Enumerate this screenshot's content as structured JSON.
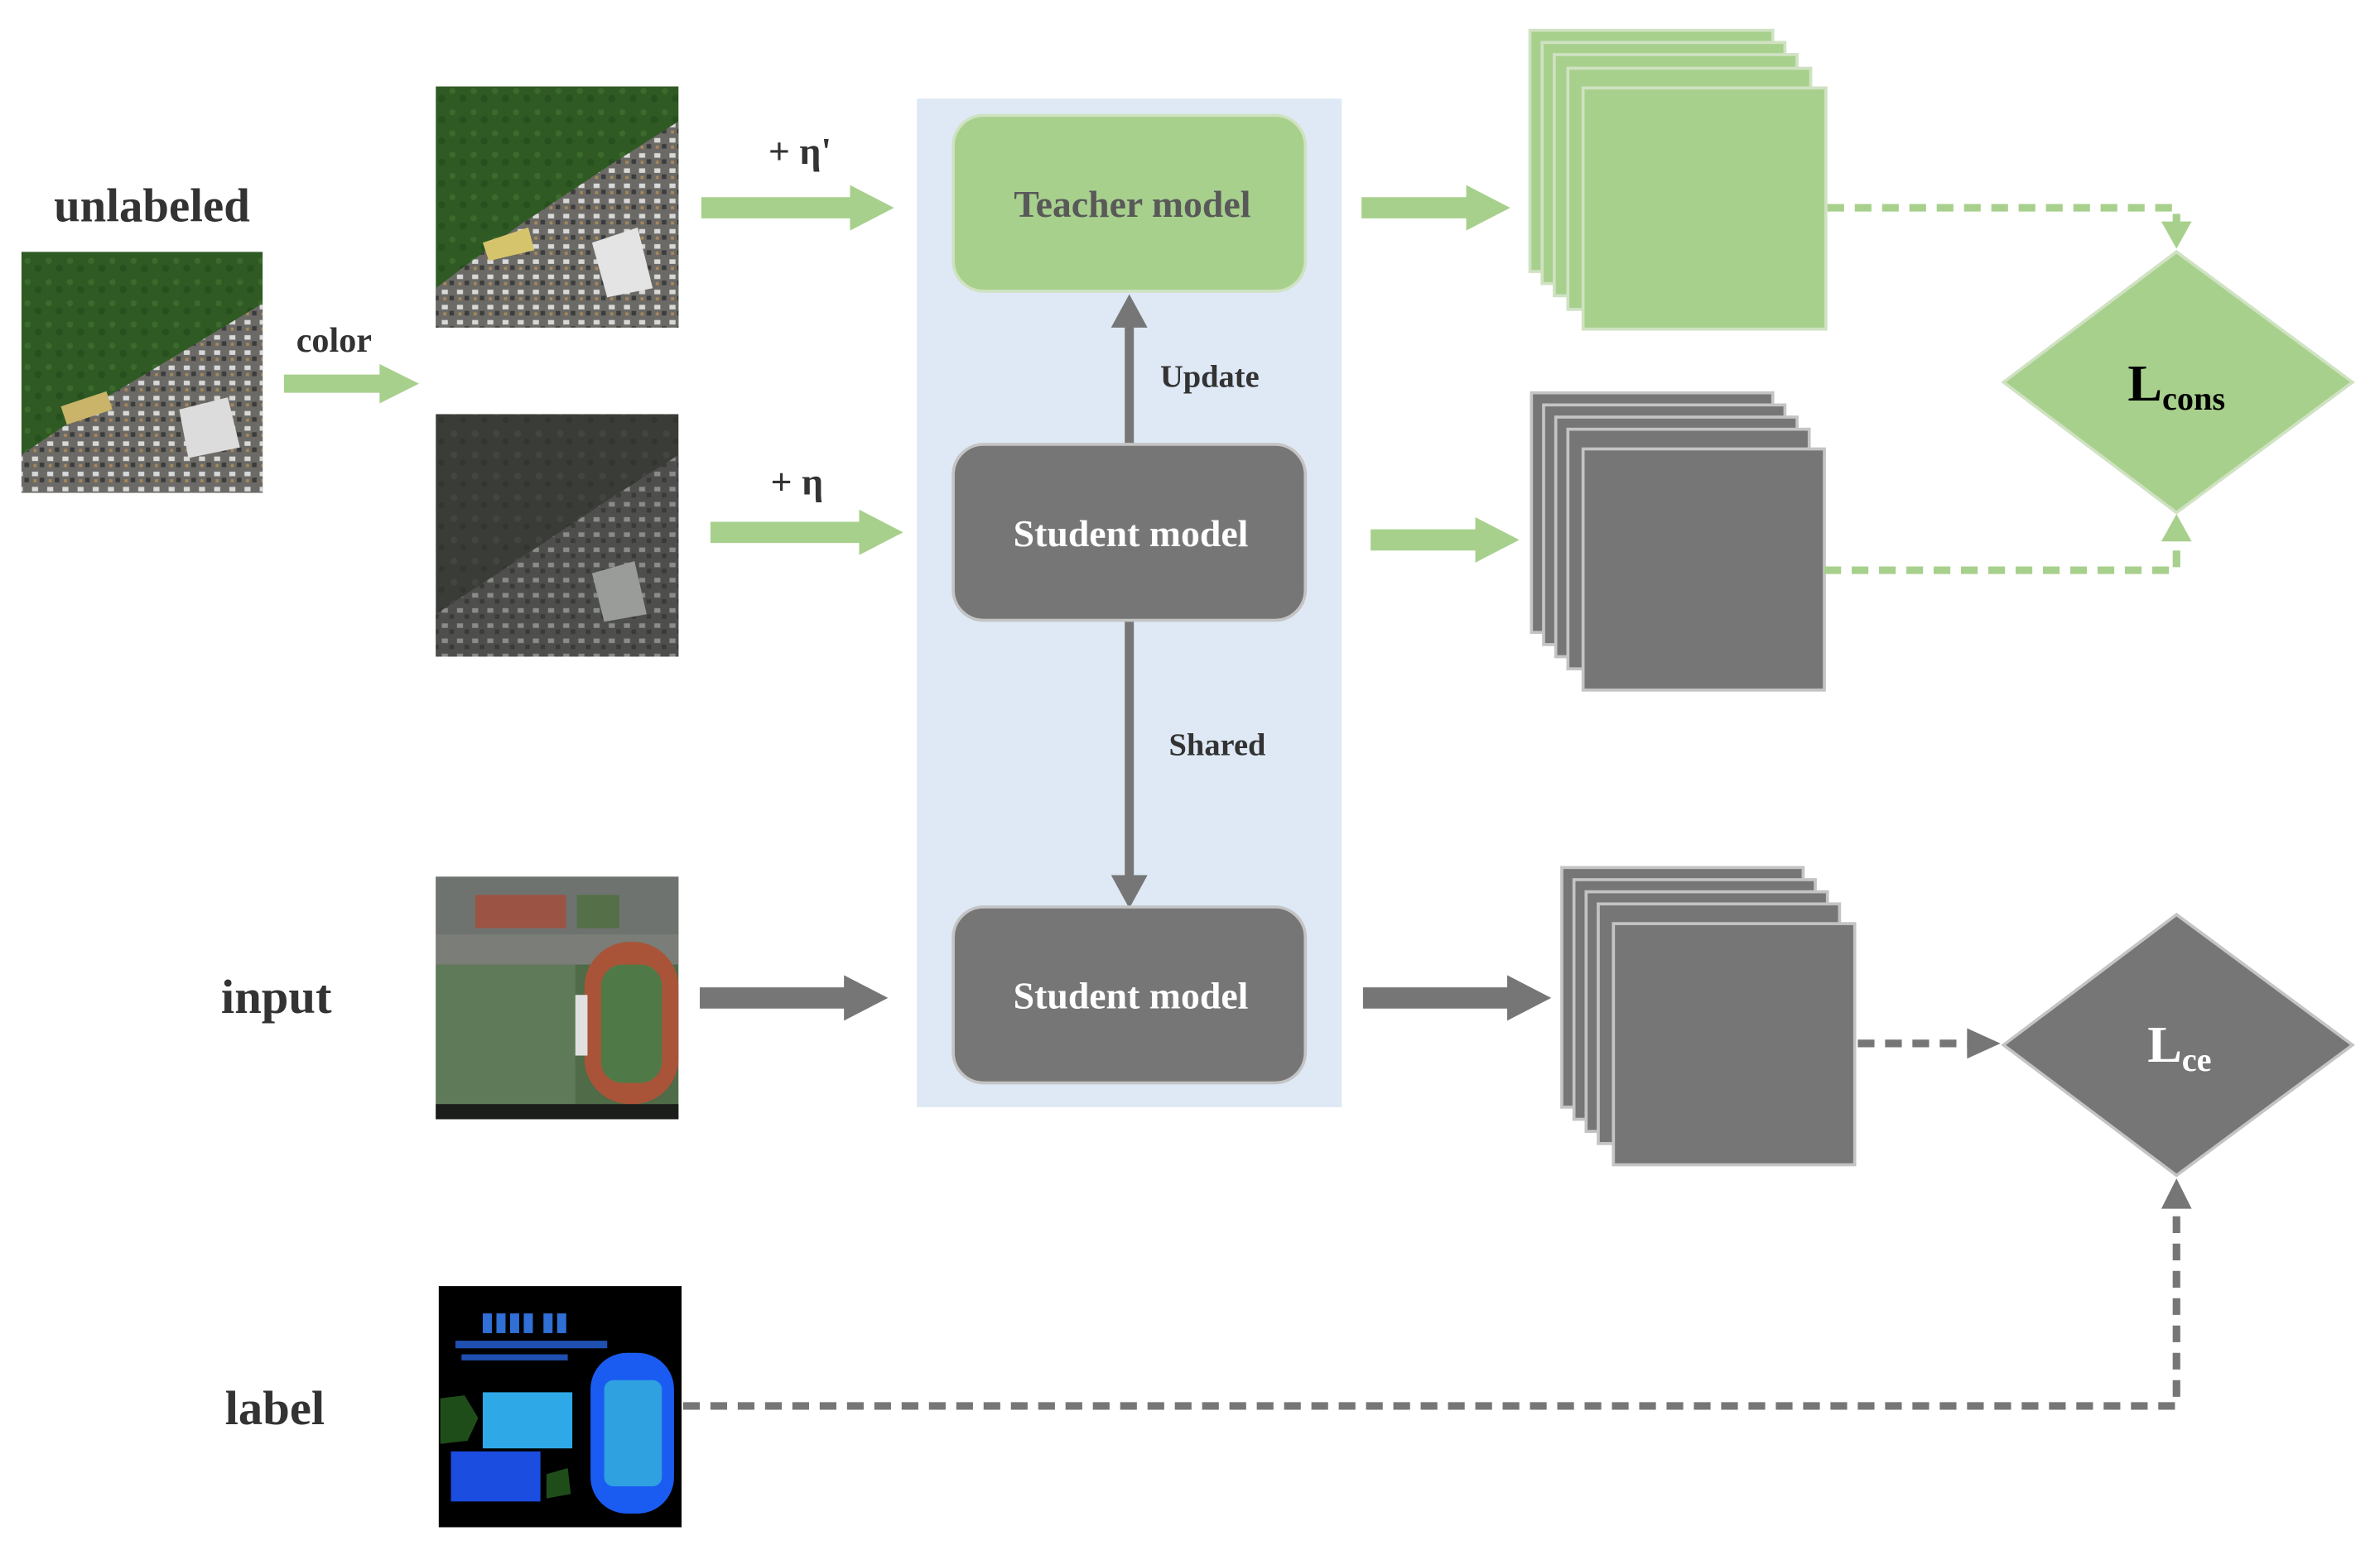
{
  "labels": {
    "unlabeled": "unlabeled",
    "color": "color",
    "input": "input",
    "label": "label",
    "noise_teacher": "+ η'",
    "noise_student": "+ η",
    "update": "Update",
    "shared": "Shared"
  },
  "models": {
    "teacher": "Teacher model",
    "student_top": "Student model",
    "student_bottom": "Student model"
  },
  "losses": {
    "cons": {
      "main": "L",
      "sub": "cons"
    },
    "ce": {
      "main": "L",
      "sub": "ce"
    }
  },
  "colors": {
    "green": "#a8d08d",
    "gray": "#767676",
    "panel": "#dee9f5",
    "text": "#333333"
  }
}
